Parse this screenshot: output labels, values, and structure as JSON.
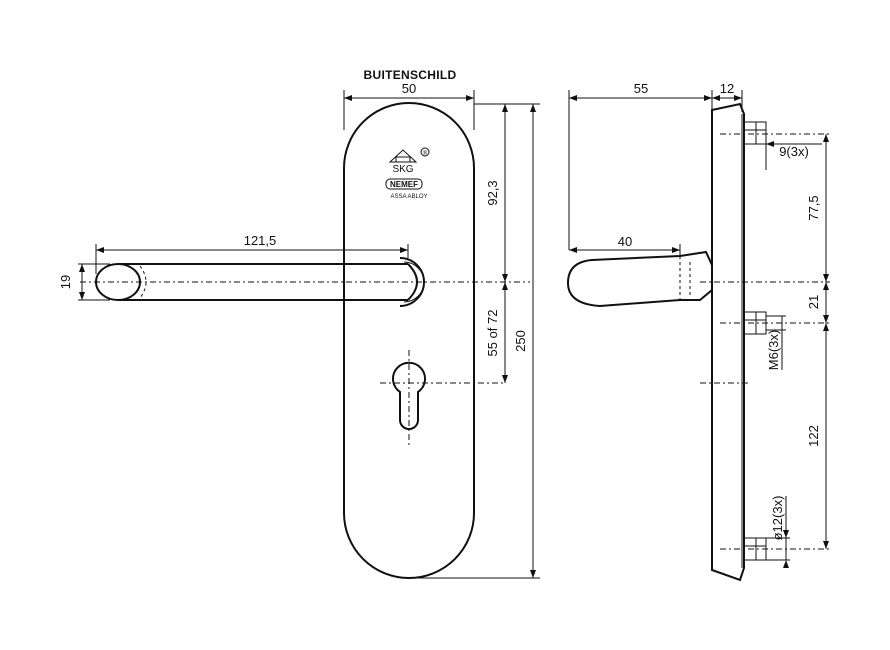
{
  "title": "BUITENSCHILD",
  "logos": {
    "skg": "SKG",
    "registered": "®",
    "nemef": "NEMEF",
    "assa": "ASSA ABLOY"
  },
  "front_view": {
    "width": "50",
    "lever_length": "121,5",
    "lever_height": "19",
    "spindle_offset": "92,3",
    "center_distance": "55 of 72",
    "total_height": "250"
  },
  "side_view": {
    "depth": "55",
    "plate_thickness": "12",
    "lever_projection": "40",
    "screw_dim": "9(3x)",
    "thread": "M6(3x)",
    "diameter": "ø12(3x)",
    "dist_top": "77,5",
    "dist_mid": "21",
    "dist_bottom": "122"
  }
}
